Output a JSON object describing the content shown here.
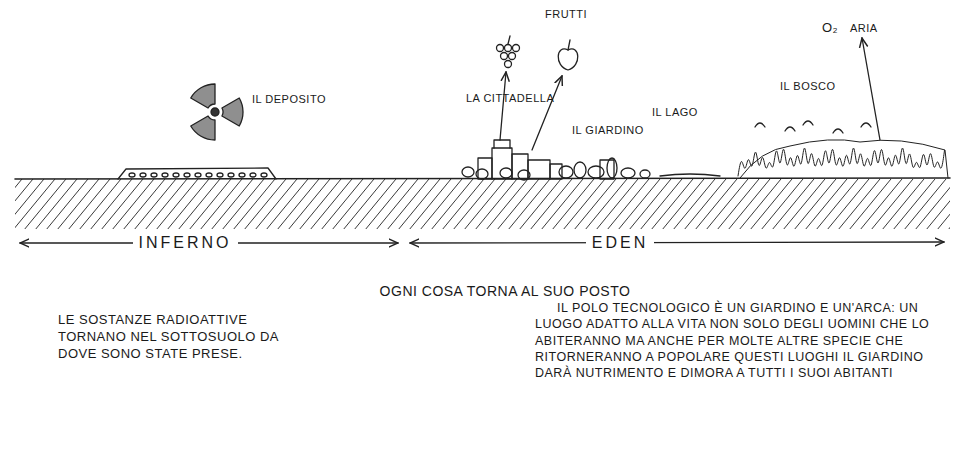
{
  "diagram": {
    "labels": [
      "IL DEPOSITO",
      "FRUTTI",
      "O₂",
      "ARIA",
      "LA CITTADELLA",
      "IL GIARDINO",
      "IL LAGO",
      "IL BOSCO",
      "INFERNO",
      "EDEN",
      "OGNI COSA TORNA AL SUO POSTO",
      "LE SOSTANZE RADIOATTIVE TORNANO NEL SOTTOSUOLO DA DOVE SONO STATE PRESE.",
      "IL POLO TECNOLOGICO È UN GIARDINO E UN'ARCA: UN LUOGO ADATTO ALLA VITA NON SOLO DEGLI UOMINI CHE LO ABITERANNO MA ANCHE PER MOLTE ALTRE SPECIE CHE RITORNERANNO A POPOLARE QUESTI LUOGHI IL GIARDINO DARÀ NUTRIMENTO E DIMORA A TUTTI I SUOI ABITANTI"
    ]
  }
}
